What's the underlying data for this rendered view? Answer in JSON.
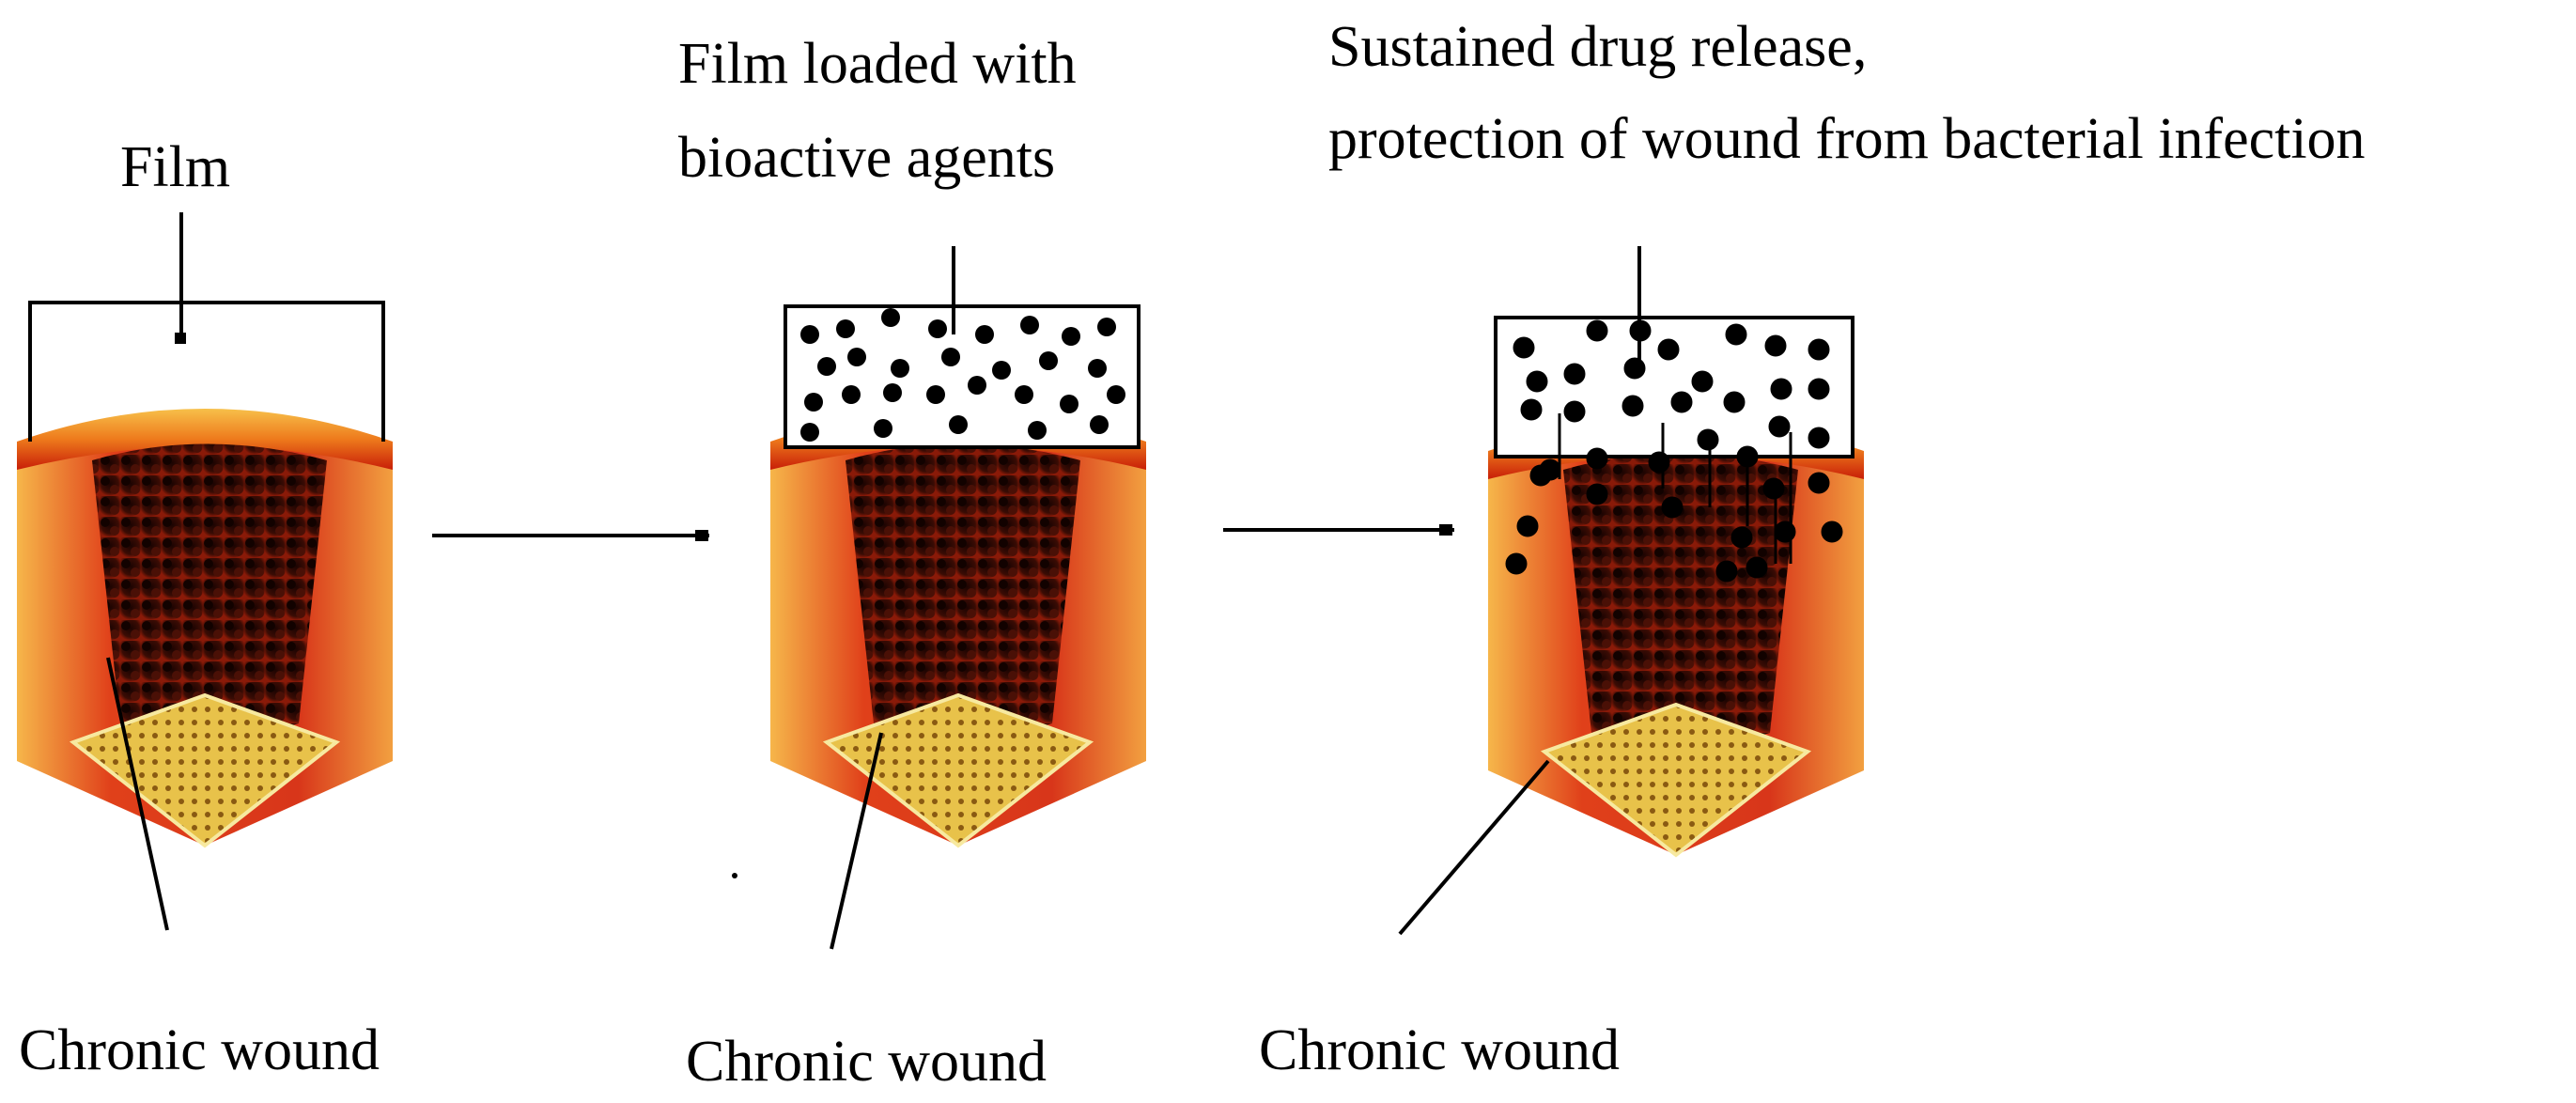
{
  "labels": {
    "film": "Film",
    "loaded_film_line1": "Film loaded with",
    "loaded_film_line2": "bioactive agents",
    "release_line1": "Sustained drug release,",
    "release_line2": "protection of wound from bacterial infection",
    "wound_1": "Chronic wound",
    "wound_2": "Chronic wound",
    "wound_3": "Chronic wound"
  },
  "colors": {
    "line": "#000000",
    "wound_deep": "#2a0a04",
    "wound_red": "#d42a0c",
    "wound_orange": "#f08a18",
    "wound_yellow": "#f6c43c",
    "fat_yellow": "#e8c24a"
  }
}
